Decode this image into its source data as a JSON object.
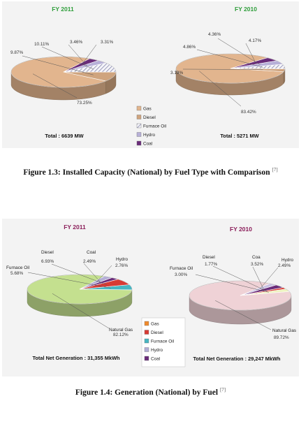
{
  "figure_1_3": {
    "caption": "Figure 1.3: Installed Capacity (National) by Fuel Type with Comparison",
    "caption_ref": "[7]"
  },
  "figure_1_4": {
    "caption": "Figure 1.4: Generation (National) by Fuel",
    "caption_ref": "[7]"
  },
  "series_colors": {
    "fig13": {
      "Gas": "#e2b58e",
      "Diesel": "#cfa47e",
      "Furnace Oil": "#f2f2f2",
      "Hydro": "#b7b0d8",
      "Coal": "#6a2c7a"
    },
    "fig14_2011": {
      "Gas": "#f08a2c",
      "Diesel": "#d83a34",
      "Furnace Oil": "#47b6c2",
      "Hydro": "#b3aed6",
      "Coal": "#6a2c7a",
      "Natural Gas": "#c4e08f"
    },
    "fig14_2010": {
      "Gas": "#f08a2c",
      "Diesel": "#d83a34",
      "Furnace Oil": "#eef3c0",
      "Hydro": "#c8c2e2",
      "Coal": "#6a2c7a",
      "Natural Gas": "#efd2d6"
    }
  },
  "chart_data": [
    {
      "type": "pie",
      "title": "FY 2011",
      "total_label": "Total : 6639 MW",
      "slices": [
        {
          "name": "Gas",
          "value": 73.25,
          "label": "73.25%"
        },
        {
          "name": "Diesel",
          "value": 9.87,
          "label": "9.87%"
        },
        {
          "name": "Furnace Oil",
          "value": 10.11,
          "label": "10.11%"
        },
        {
          "name": "Hydro",
          "value": 3.46,
          "label": "3.46%"
        },
        {
          "name": "Coal",
          "value": 3.31,
          "label": "3.31%"
        }
      ],
      "legend": [
        "Gas",
        "Diesel",
        "Furnace Oil",
        "Hydro",
        "Coal"
      ]
    },
    {
      "type": "pie",
      "title": "FY 2010",
      "total_label": "Total : 5271 MW",
      "slices": [
        {
          "name": "Gas",
          "value": 83.42,
          "label": "83.42%"
        },
        {
          "name": "Diesel",
          "value": 3.19,
          "label": "3.19%"
        },
        {
          "name": "Furnace Oil",
          "value": 4.86,
          "label": "4.86%"
        },
        {
          "name": "Hydro",
          "value": 4.36,
          "label": "4.36%"
        },
        {
          "name": "Coal",
          "value": 4.17,
          "label": "4.17%"
        }
      ]
    },
    {
      "type": "pie",
      "title": "FY 2011",
      "total_label": "Total Net Generation : 31,355 MkWh",
      "slices": [
        {
          "name": "Natural Gas",
          "value": 82.12,
          "label": "82.12%",
          "name_label": "Natural Gas"
        },
        {
          "name": "Furnace Oil",
          "value": 5.68,
          "label": "5.68%",
          "name_label": "Furnace Oil"
        },
        {
          "name": "Diesel",
          "value": 6.93,
          "label": "6.93%",
          "name_label": "Diesel"
        },
        {
          "name": "Coal",
          "value": 2.49,
          "label": "2.49%",
          "name_label": "Coal"
        },
        {
          "name": "Hydro",
          "value": 2.76,
          "label": "2.76%",
          "name_label": "Hydro"
        }
      ],
      "legend": [
        "Gas",
        "Diesel",
        "Furnace Oil",
        "Hydro",
        "Coal"
      ]
    },
    {
      "type": "pie",
      "title": "FY 2010",
      "total_label": "Total Net Generation : 29,247 MkWh",
      "slices": [
        {
          "name": "Natural Gas",
          "value": 89.72,
          "label": "89.72%",
          "name_label": "Natural Gas"
        },
        {
          "name": "Furnace Oil",
          "value": 3.0,
          "label": "3.00%",
          "name_label": "Furnace Oil"
        },
        {
          "name": "Diesel",
          "value": 1.77,
          "label": "1.77%",
          "name_label": "Diesel"
        },
        {
          "name": "Coal",
          "value": 3.52,
          "label": "3.52%",
          "name_label": "Coa"
        },
        {
          "name": "Hydro",
          "value": 2.49,
          "label": "2.49%",
          "name_label": "Hydro"
        }
      ]
    }
  ]
}
